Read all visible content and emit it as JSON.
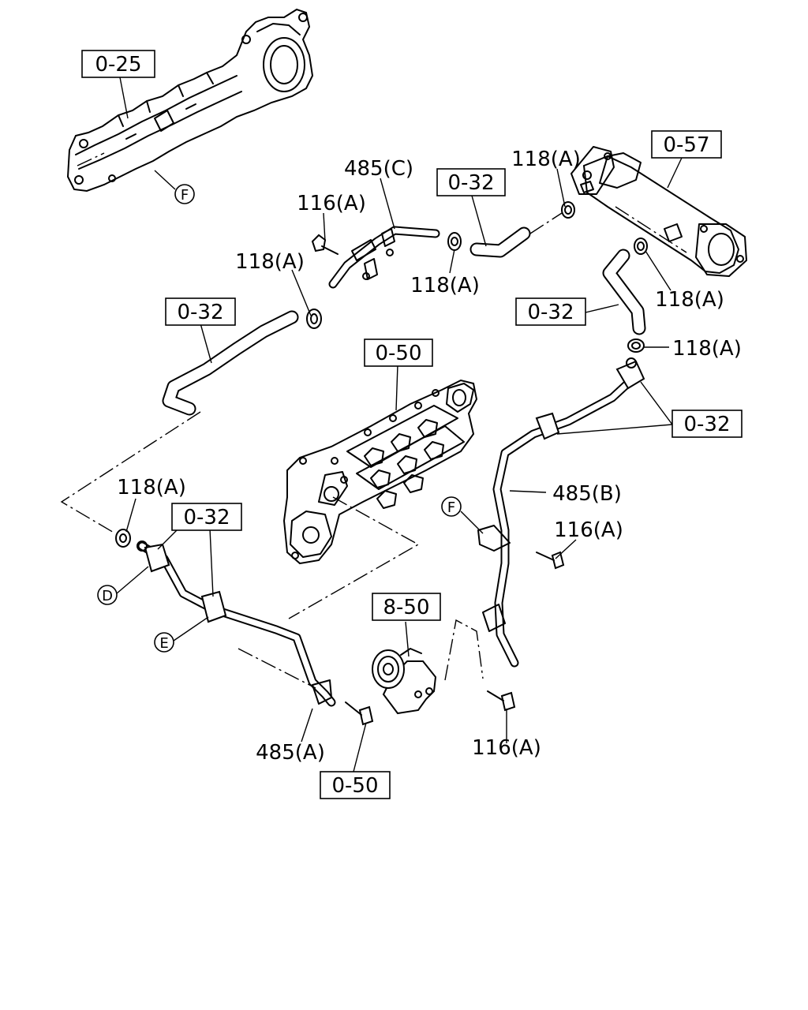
{
  "callouts": {
    "ref_0_25": "0-25",
    "ref_0_57": "0-57",
    "ref_0_32_top": "0-32",
    "ref_0_32_left": "0-32",
    "ref_0_32_right": "0-32",
    "ref_0_32_bracket_right": "0-32",
    "ref_0_32_bracket_left": "0-32",
    "ref_0_50_center": "0-50",
    "ref_0_50_bottom": "0-50",
    "ref_8_50": "8-50"
  },
  "part_labels": {
    "p485c": "485(C)",
    "p485b": "485(B)",
    "p485a": "485(A)",
    "p116a_top": "116(A)",
    "p116a_right": "116(A)",
    "p116a_bottom": "116(A)",
    "p118a_topright": "118(A)",
    "p118a_leftmid": "118(A)",
    "p118a_center": "118(A)",
    "p118a_right1": "118(A)",
    "p118a_right2": "118(A)",
    "p118a_left": "118(A)"
  },
  "connectors": {
    "f_top": "F",
    "f_right": "F",
    "d_left": "D",
    "e_left": "E"
  }
}
